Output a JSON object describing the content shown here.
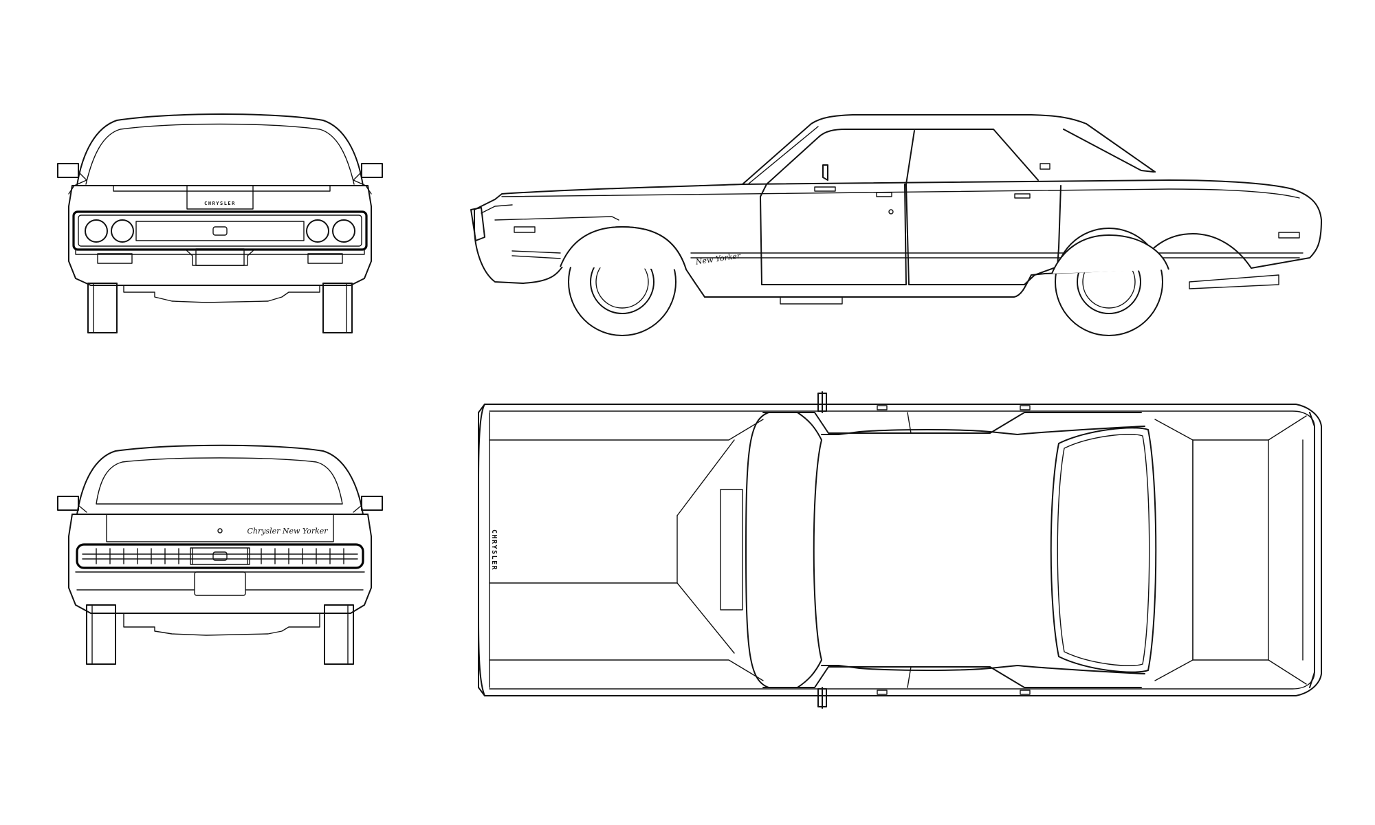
{
  "views": [
    {
      "id": "front",
      "name": "front-view"
    },
    {
      "id": "side",
      "name": "side-view"
    },
    {
      "id": "rear",
      "name": "rear-view"
    },
    {
      "id": "top",
      "name": "top-view"
    }
  ],
  "lettering": {
    "front_grille_badge": "CHRYSLER",
    "hood_badge": "CHRYSLER",
    "side_script": "New Yorker",
    "rear_script": "Chrysler New Yorker"
  },
  "colors": {
    "line": "#111111",
    "background": "#ffffff"
  }
}
